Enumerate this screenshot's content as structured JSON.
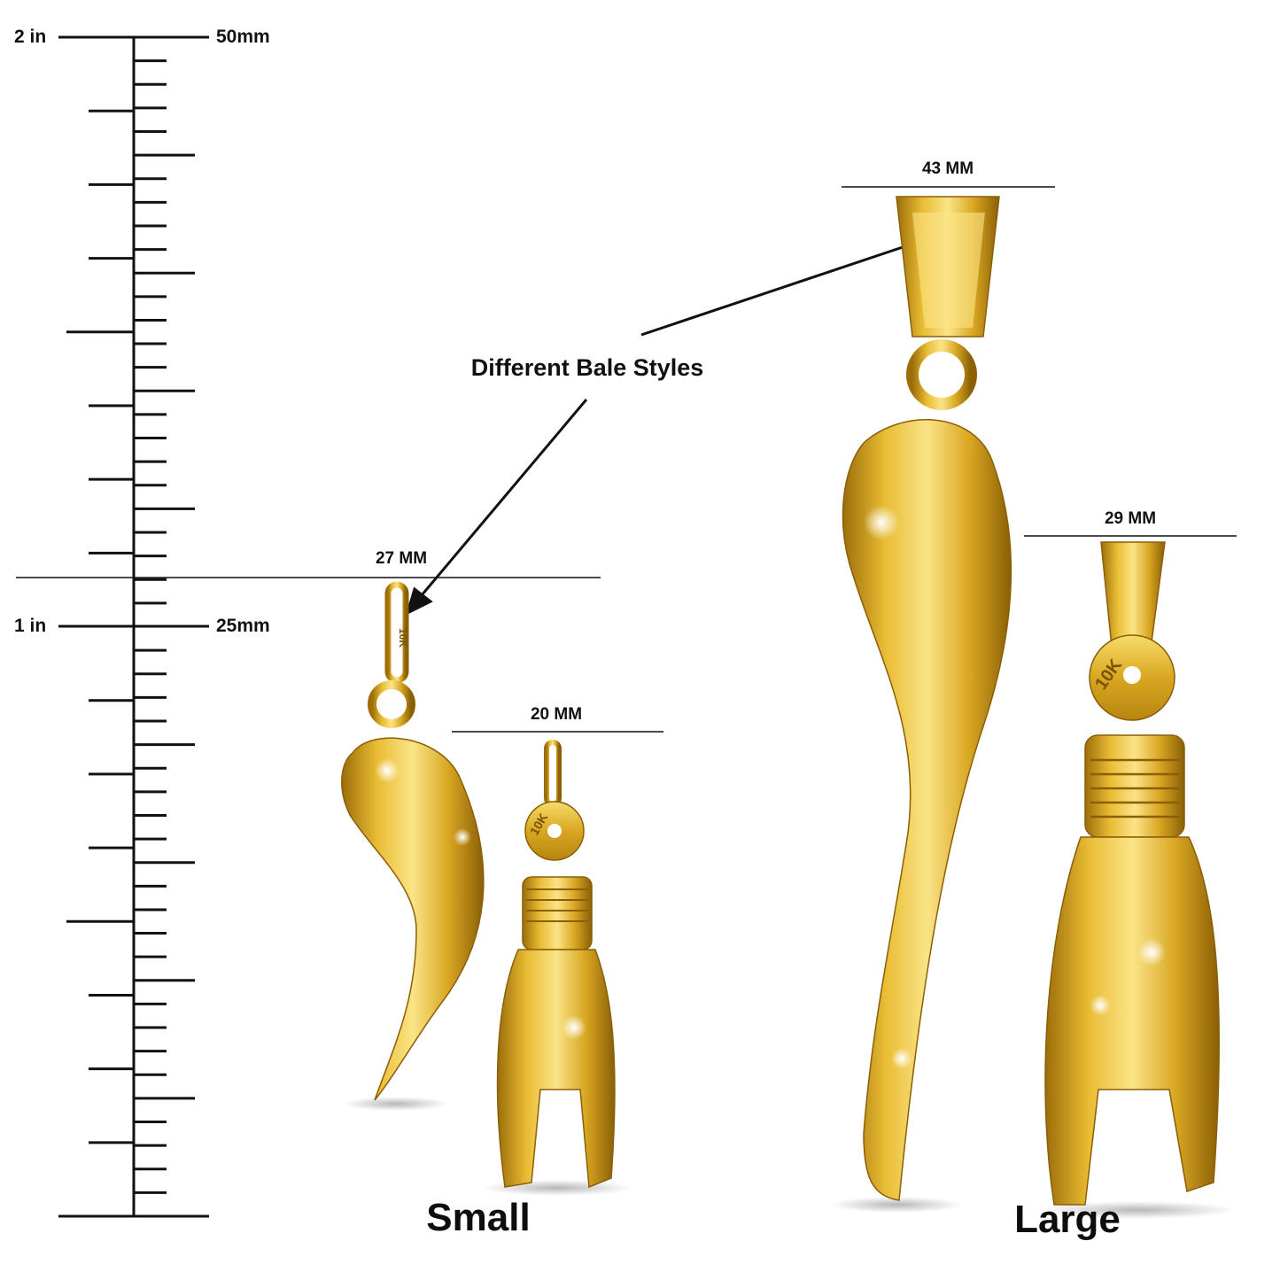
{
  "ruler": {
    "label_2in": "2 in",
    "label_50mm": "50mm",
    "label_1in": "1 in",
    "label_25mm": "25mm"
  },
  "dimensions": {
    "small_horn": "27 MM",
    "small_hand": "20 MM",
    "large_horn": "43 MM",
    "large_hand": "29 MM"
  },
  "callout": "Different Bale Styles",
  "sizes": {
    "small": "Small",
    "large": "Large"
  },
  "stamp": "10K",
  "colors": {
    "gold_light": "#f7dc6a",
    "gold_mid": "#e2b22a",
    "gold_dark": "#a8780c",
    "ink": "#111111"
  }
}
